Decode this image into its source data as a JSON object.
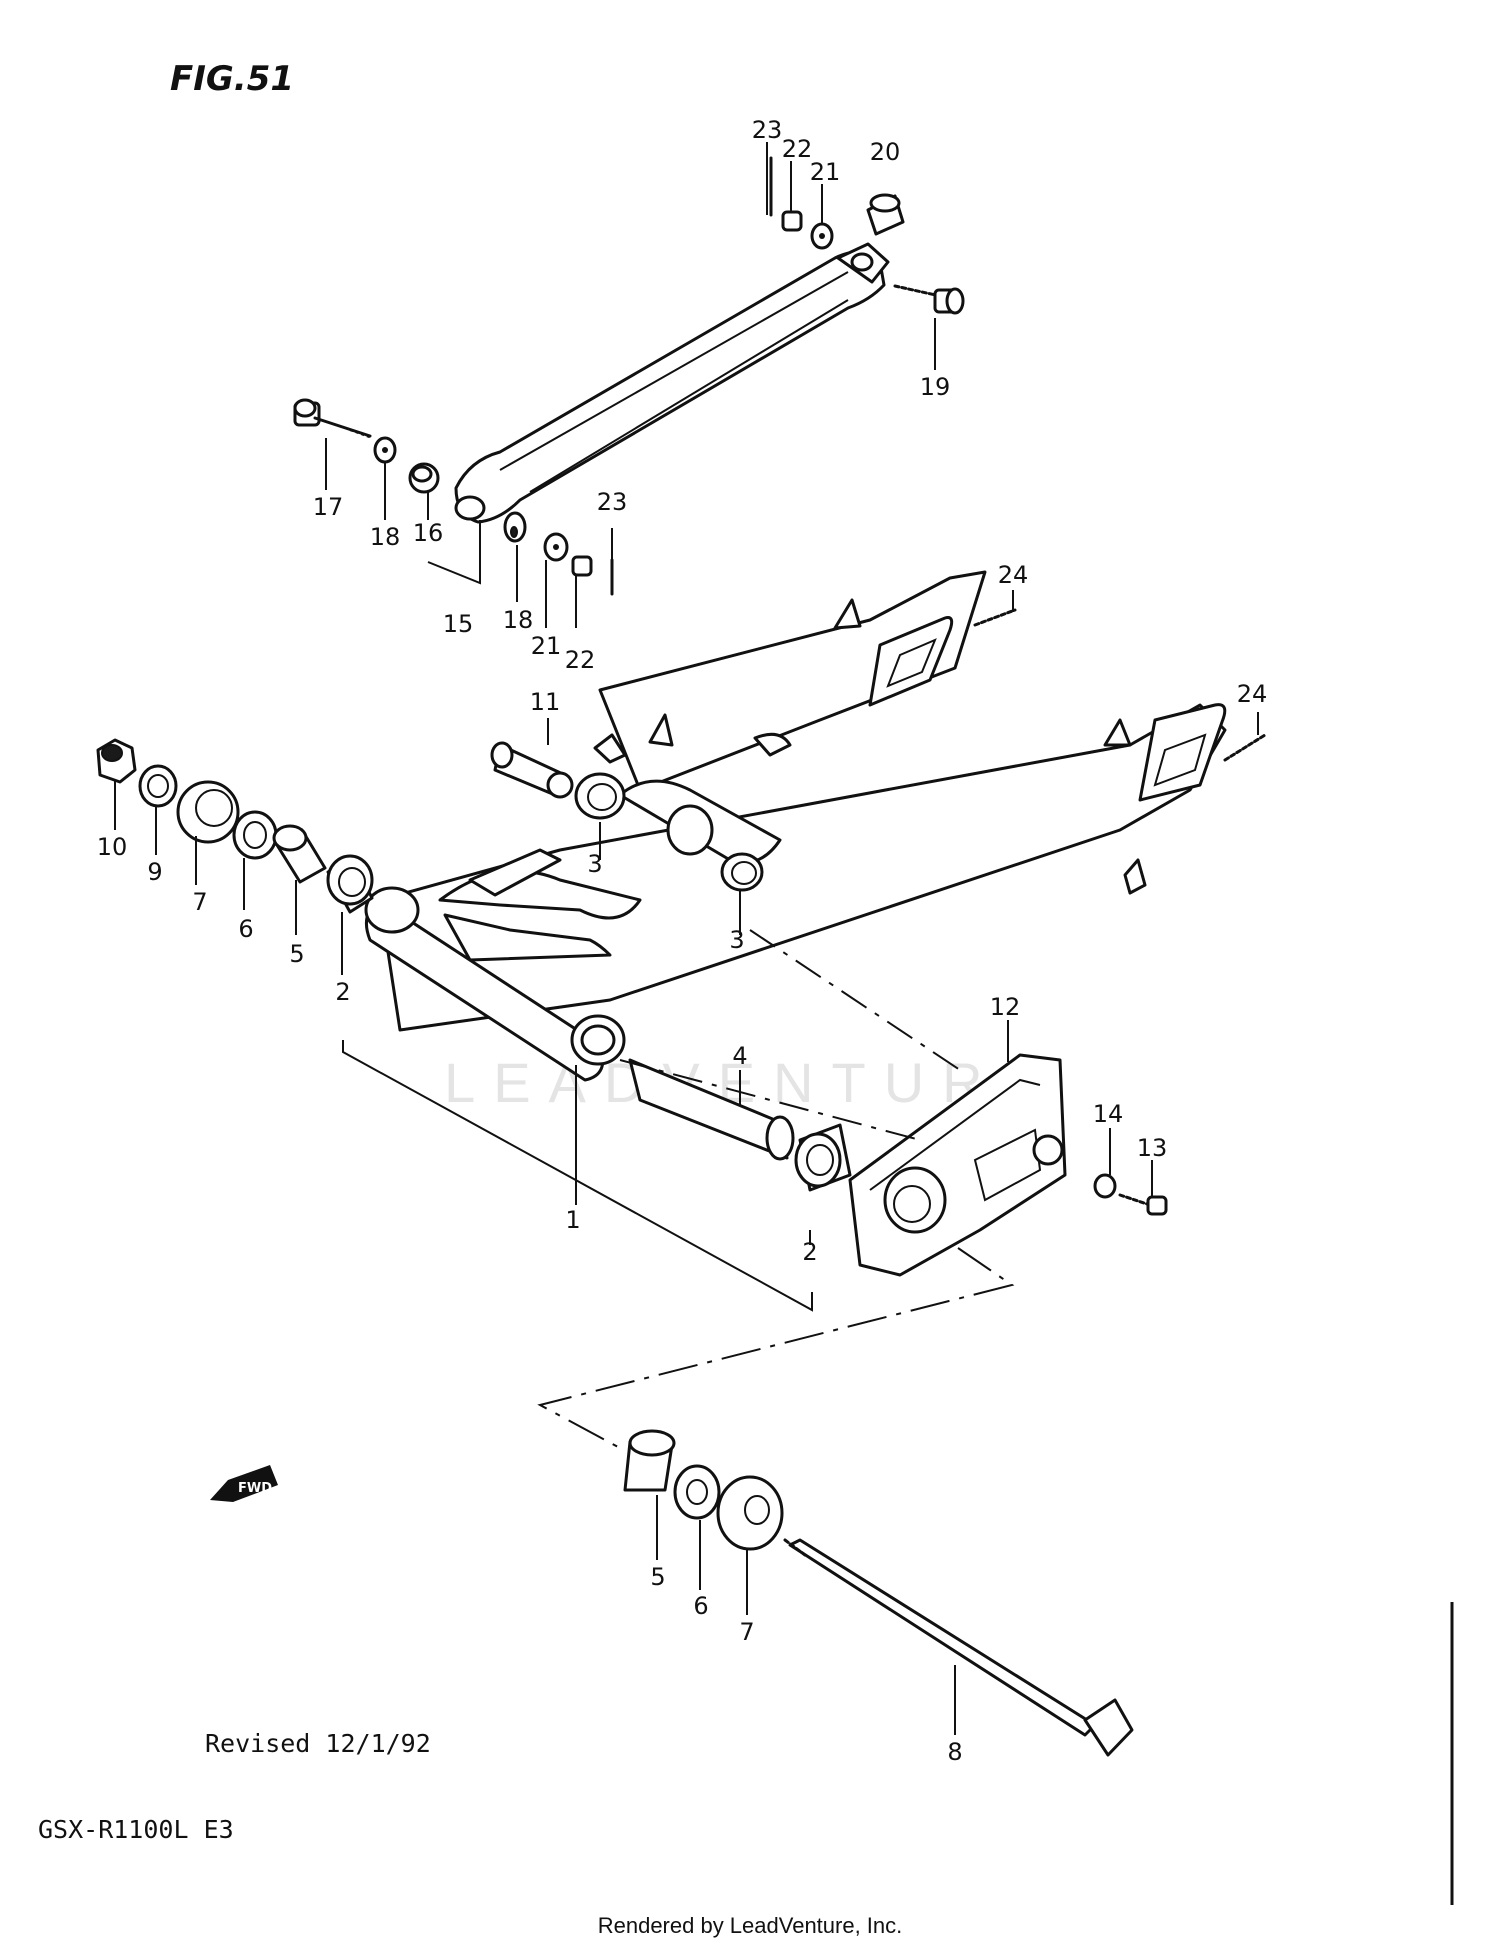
{
  "figure": {
    "title": "FIG.51"
  },
  "revision": "Revised 12/1/92",
  "model": "GSX-R1100L E3",
  "footer": "Rendered by LeadVenture, Inc.",
  "watermark": "LEADVENTURE",
  "fwd_arrow": {
    "label": "FWD"
  },
  "callouts": [
    {
      "id": "c23a",
      "label": "23"
    },
    {
      "id": "c22a",
      "label": "22"
    },
    {
      "id": "c21a",
      "label": "21"
    },
    {
      "id": "c20",
      "label": "20"
    },
    {
      "id": "c19",
      "label": "19"
    },
    {
      "id": "c17",
      "label": "17"
    },
    {
      "id": "c18a",
      "label": "18"
    },
    {
      "id": "c16",
      "label": "16"
    },
    {
      "id": "c15",
      "label": "15"
    },
    {
      "id": "c23b",
      "label": "23"
    },
    {
      "id": "c18b",
      "label": "18"
    },
    {
      "id": "c21b",
      "label": "21"
    },
    {
      "id": "c22b",
      "label": "22"
    },
    {
      "id": "c24a",
      "label": "24"
    },
    {
      "id": "c24b",
      "label": "24"
    },
    {
      "id": "c11",
      "label": "11"
    },
    {
      "id": "c10",
      "label": "10"
    },
    {
      "id": "c9",
      "label": "9"
    },
    {
      "id": "c7a",
      "label": "7"
    },
    {
      "id": "c6a",
      "label": "6"
    },
    {
      "id": "c5a",
      "label": "5"
    },
    {
      "id": "c2a",
      "label": "2"
    },
    {
      "id": "c3a",
      "label": "3"
    },
    {
      "id": "c3b",
      "label": "3"
    },
    {
      "id": "c12",
      "label": "12"
    },
    {
      "id": "c4",
      "label": "4"
    },
    {
      "id": "c14",
      "label": "14"
    },
    {
      "id": "c13",
      "label": "13"
    },
    {
      "id": "c1",
      "label": "1"
    },
    {
      "id": "c2b",
      "label": "2"
    },
    {
      "id": "c5b",
      "label": "5"
    },
    {
      "id": "c6b",
      "label": "6"
    },
    {
      "id": "c7b",
      "label": "7"
    },
    {
      "id": "c8",
      "label": "8"
    }
  ]
}
